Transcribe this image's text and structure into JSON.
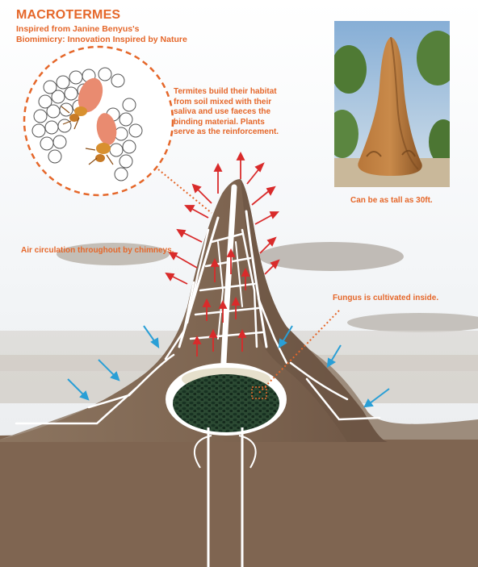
{
  "title": "MACROTERMES",
  "subtitle_line1": "Inspired from Janine Benyus's",
  "subtitle_line2": "Biomimicry: Innovation Inspired by Nature",
  "notes": {
    "habitat": [
      "Termites build their habitat",
      "from soil mixed with their",
      "saliva and use faeces the",
      "binding material. Plants",
      "serve as the reinforcement."
    ],
    "air": "Air circulation throughout by chimneys.",
    "fungus": "Fungus is cultivated inside.",
    "height": "Can be as tall as 30ft."
  },
  "colors": {
    "accent": "#e5672a",
    "soil": "#7f6551",
    "mound": "#8a6f59",
    "hot_air_arrow": "#d92b2b",
    "cool_air_arrow": "#2a9fd6",
    "fungus": "#1f3d2a"
  }
}
